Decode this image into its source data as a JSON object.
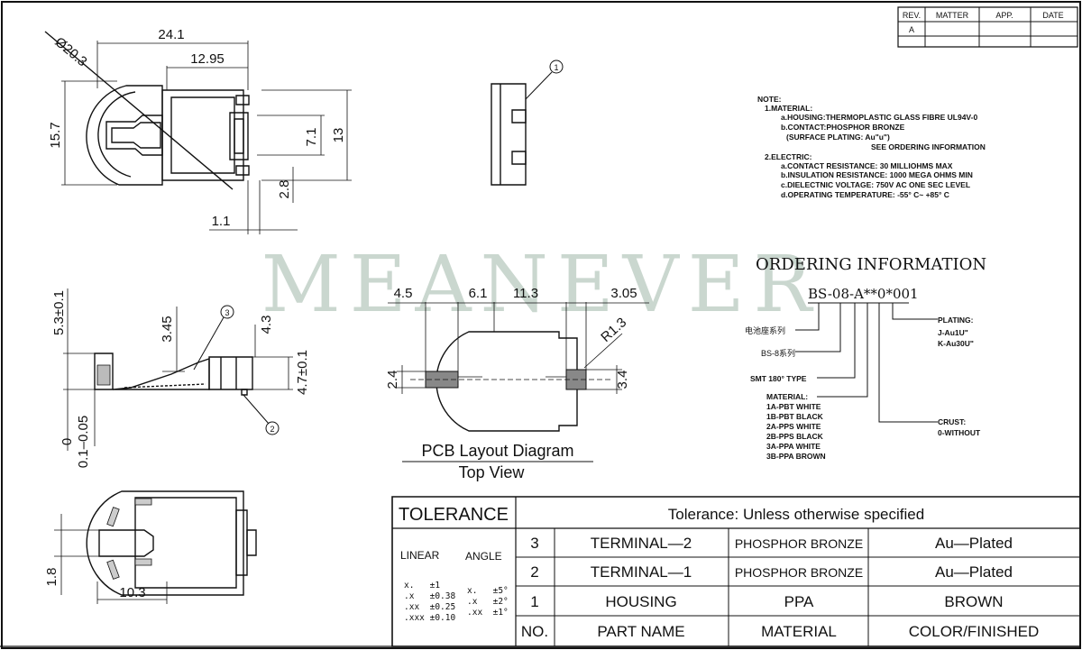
{
  "revision_block": {
    "headers": [
      "REV.",
      "MATTER",
      "APP.",
      "DATE"
    ],
    "rows": [
      [
        "A",
        "",
        "",
        ""
      ]
    ]
  },
  "watermark": "MEANEVER",
  "callouts": {
    "one": "1",
    "two": "2",
    "three": "3"
  },
  "dimensions": {
    "top_view": {
      "dia": "Ø20.3",
      "width_total": "24.1",
      "width_inner": "12.95",
      "height_left": "15.7",
      "height_inner": "7.1",
      "height_right": "13",
      "small_h": "2.8",
      "small_w": "1.1"
    },
    "side_view": {
      "h_total": "5.3±0.1",
      "h_contact": "3.45",
      "h_mid": "4.3",
      "h_right": "4.7±0.1",
      "gap": "0",
      "gap_tol": "0.1–0.05"
    },
    "bottom_view": {
      "h": "1.8",
      "w": "10.3"
    },
    "pcb_layout": {
      "d1": "4.5",
      "d2": "6.1",
      "d3": "11.3",
      "d4": "3.05",
      "radius": "R1.3",
      "pad_left": "2.4",
      "pad_right": "3.4",
      "title": "PCB Layout Diagram",
      "subtitle": "Top View"
    }
  },
  "notes": {
    "heading": "NOTE:",
    "lines": [
      "1.MATERIAL:",
      "a.HOUSING:THERMOPLASTIC GLASS FIBRE UL94V-0",
      "b.CONTACT:PHOSPHOR BRONZE",
      "(SURFACE PLATING: Au\"u\")",
      "SEE ORDERING INFORMATION",
      "2.ELECTRIC:",
      "a.CONTACT RESISTANCE: 30 MILLIOHMS MAX",
      "b.INSULATION RESISTANCE: 1000 MEGA OHMS MIN",
      "c.DIELECTNIC VOLTAGE: 750V AC ONE SEC LEVEL",
      "d.OPERATING TEMPERATURE: -55° C~ +85° C"
    ]
  },
  "ordering": {
    "title": "ORDERING INFORMATION",
    "code": "BS-08-A**0*001",
    "labels": {
      "series_cn": "电池座系列",
      "series": "BS-8系列",
      "type": "SMT 180° TYPE",
      "material_title": "MATERIAL:",
      "materials": [
        "1A-PBT WHITE",
        "1B-PBT BLACK",
        "2A-PPS WHITE",
        "2B-PPS BLACK",
        "3A-PPA WHITE",
        "3B-PPA BROWN"
      ],
      "plating_title": "PLATING:",
      "platings": [
        "J-Au1U\"",
        "K-Au30U\""
      ],
      "crust_title": "CRUST:",
      "crusts": [
        "0-WITHOUT"
      ]
    }
  },
  "tolerance_table": {
    "title": "TOLERANCE",
    "subtitle": "Tolerance: Unless otherwise specified",
    "linear_label": "LINEAR",
    "angle_label": "ANGLE",
    "linear": [
      "x.   ±1",
      ".x   ±0.38",
      ".xx  ±0.25",
      ".xxx ±0.10"
    ],
    "angle": [
      "x.   ±5°",
      ".x   ±2°",
      ".xx  ±1°"
    ],
    "rows": [
      {
        "no": "3",
        "part": "TERMINAL—2",
        "material": "PHOSPHOR BRONZE",
        "finish": "Au—Plated"
      },
      {
        "no": "2",
        "part": "TERMINAL—1",
        "material": "PHOSPHOR BRONZE",
        "finish": "Au—Plated"
      },
      {
        "no": "1",
        "part": "HOUSING",
        "material": "PPA",
        "finish": "BROWN"
      }
    ],
    "header": {
      "no": "NO.",
      "part": "PART NAME",
      "material": "MATERIAL",
      "finish": "COLOR/FINISHED"
    }
  }
}
